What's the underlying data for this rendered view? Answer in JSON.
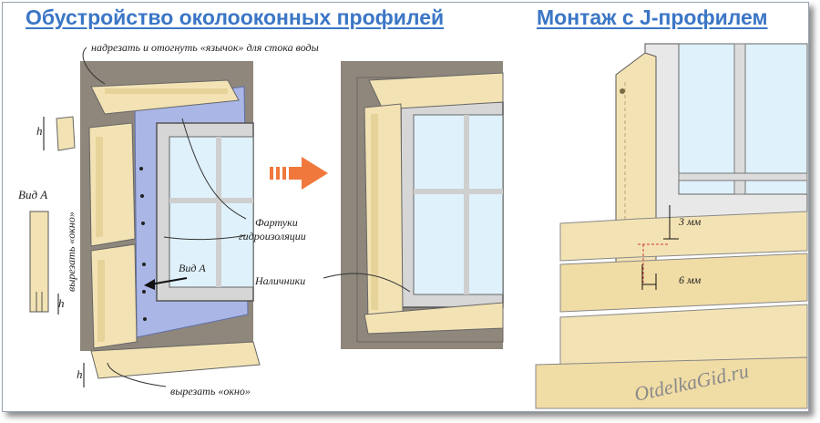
{
  "titles": {
    "left": "Обустройство околооконных профилей",
    "right": "Монтаж с J-профилем"
  },
  "labels": {
    "cut_tongue": "надрезать и отогнуть «язычок» для стока воды",
    "h": "h",
    "view_a": "Вид А",
    "cut_window_vertical": "вырезать «окно»",
    "flashing_line1": "Фартуки",
    "flashing_line2": "гидроизоляции",
    "view_a_arrow": "Вид А",
    "casings": "Наличники",
    "cut_window_bottom": "вырезать «окно»",
    "dim_3mm": "3 мм",
    "dim_6mm": "6 мм"
  },
  "watermark": "OtdelkaGid.ru",
  "colors": {
    "title": "#3b76c6",
    "profile": "#f3e3b4",
    "wall": "#8f877c",
    "membrane": "#a9b6e6",
    "glass": "#dff1fb",
    "frame": "#d6d6d6",
    "arrow": "#f0783c"
  }
}
